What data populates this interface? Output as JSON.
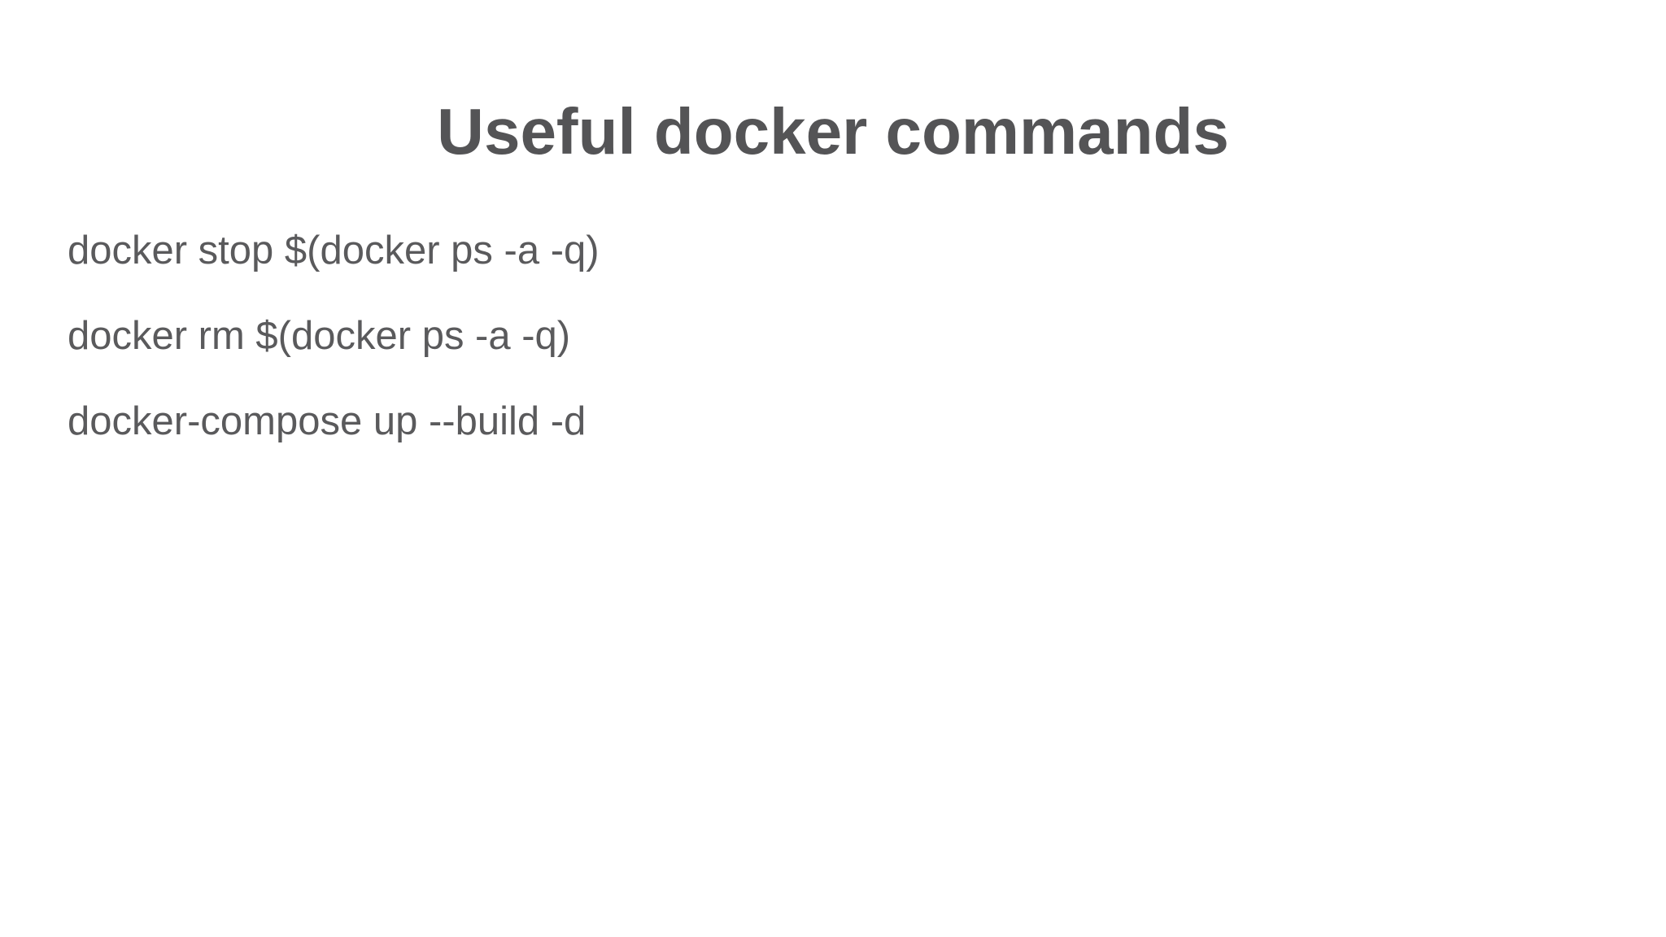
{
  "slide": {
    "title": "Useful docker commands",
    "commands": [
      "docker stop $(docker ps -a -q)",
      "docker rm $(docker ps -a -q)",
      "docker-compose up --build -d"
    ],
    "colors": {
      "background": "#ffffff",
      "title_text": "#545456",
      "body_text": "#5a5a5c"
    }
  }
}
